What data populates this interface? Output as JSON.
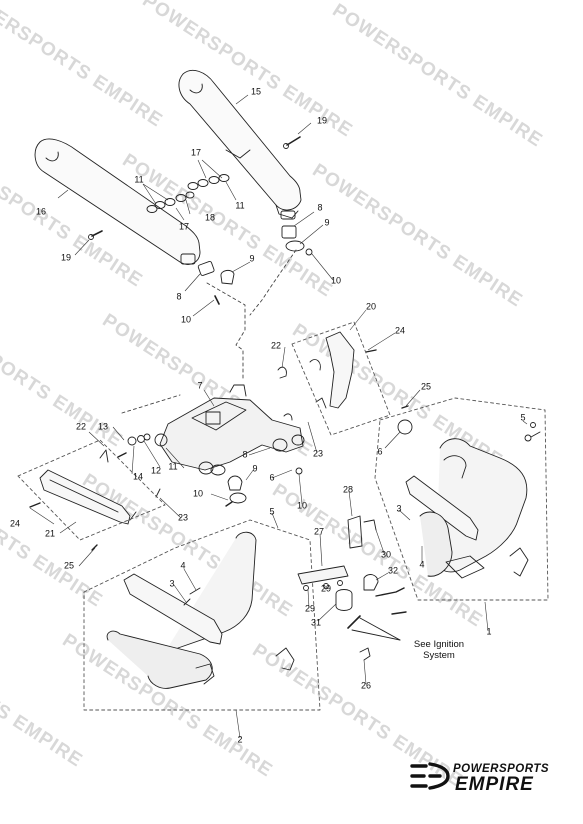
{
  "watermark_text": "POWERSPORTS EMPIRE",
  "callouts": [
    {
      "id": "c1",
      "text": "1"
    },
    {
      "id": "c2",
      "text": "2"
    },
    {
      "id": "c3a",
      "text": "3"
    },
    {
      "id": "c3b",
      "text": "3"
    },
    {
      "id": "c4a",
      "text": "4"
    },
    {
      "id": "c4b",
      "text": "4"
    },
    {
      "id": "c5a",
      "text": "5"
    },
    {
      "id": "c5b",
      "text": "5"
    },
    {
      "id": "c6a",
      "text": "6"
    },
    {
      "id": "c6b",
      "text": "6"
    },
    {
      "id": "c7",
      "text": "7"
    },
    {
      "id": "c8a",
      "text": "8"
    },
    {
      "id": "c8b",
      "text": "8"
    },
    {
      "id": "c8c",
      "text": "8"
    },
    {
      "id": "c9a",
      "text": "9"
    },
    {
      "id": "c9b",
      "text": "9"
    },
    {
      "id": "c9c",
      "text": "9"
    },
    {
      "id": "c10a",
      "text": "10"
    },
    {
      "id": "c10b",
      "text": "10"
    },
    {
      "id": "c10c",
      "text": "10"
    },
    {
      "id": "c10d",
      "text": "10"
    },
    {
      "id": "c11a",
      "text": "11"
    },
    {
      "id": "c11b",
      "text": "11"
    },
    {
      "id": "c11c",
      "text": "11"
    },
    {
      "id": "c12",
      "text": "12"
    },
    {
      "id": "c13",
      "text": "13"
    },
    {
      "id": "c14",
      "text": "14"
    },
    {
      "id": "c15",
      "text": "15"
    },
    {
      "id": "c16",
      "text": "16"
    },
    {
      "id": "c17a",
      "text": "17"
    },
    {
      "id": "c17b",
      "text": "17"
    },
    {
      "id": "c18",
      "text": "18"
    },
    {
      "id": "c19a",
      "text": "19"
    },
    {
      "id": "c19b",
      "text": "19"
    },
    {
      "id": "c20",
      "text": "20"
    },
    {
      "id": "c21",
      "text": "21"
    },
    {
      "id": "c22a",
      "text": "22"
    },
    {
      "id": "c22b",
      "text": "22"
    },
    {
      "id": "c23a",
      "text": "23"
    },
    {
      "id": "c23b",
      "text": "23"
    },
    {
      "id": "c24a",
      "text": "24"
    },
    {
      "id": "c24b",
      "text": "24"
    },
    {
      "id": "c25a",
      "text": "25"
    },
    {
      "id": "c25b",
      "text": "25"
    },
    {
      "id": "c26",
      "text": "26"
    },
    {
      "id": "c27",
      "text": "27"
    },
    {
      "id": "c28",
      "text": "28"
    },
    {
      "id": "c29a",
      "text": "29"
    },
    {
      "id": "c29b",
      "text": "29"
    },
    {
      "id": "c30",
      "text": "30"
    },
    {
      "id": "c31",
      "text": "31"
    },
    {
      "id": "c32",
      "text": "32"
    }
  ],
  "note_text": "See Ignition\nSystem",
  "brand": {
    "line1": "POWERSPORTS",
    "line2": "EMPIRE"
  }
}
